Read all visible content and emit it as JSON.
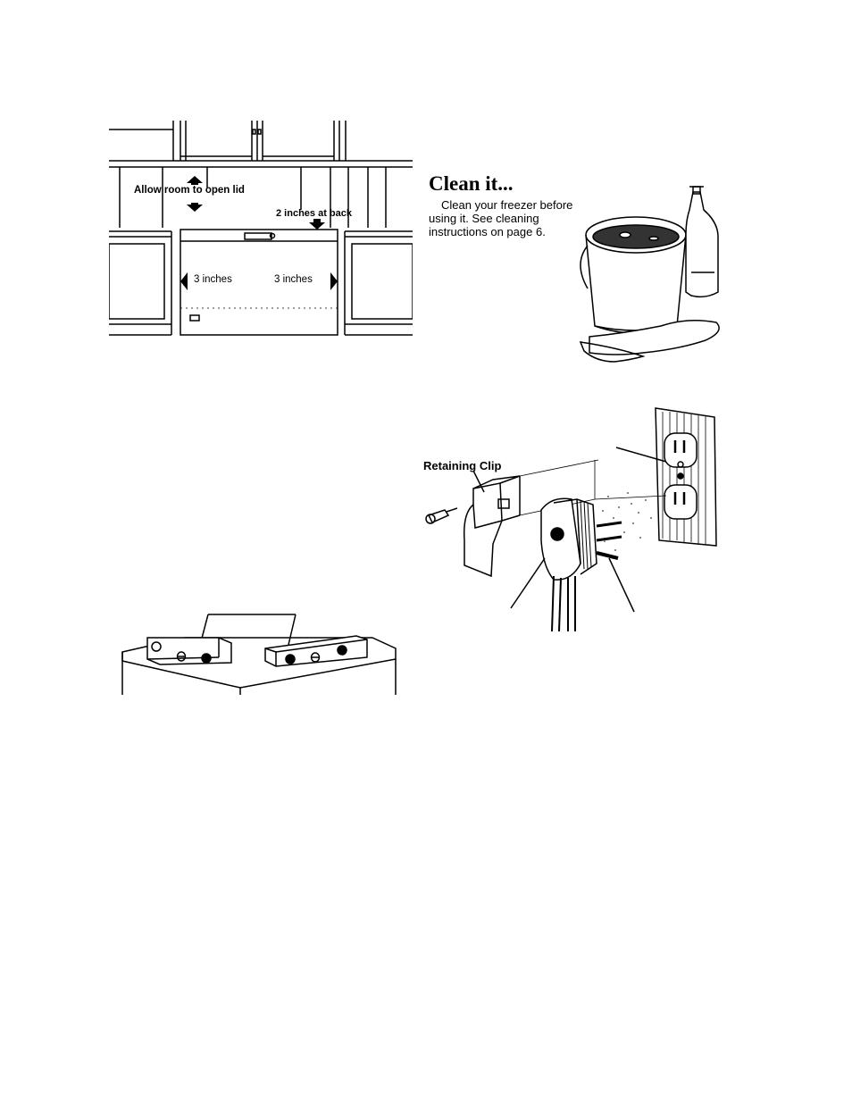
{
  "figure_clearance": {
    "label_lid": "Allow room to open lid",
    "label_back": "2 inches at back",
    "label_left": "3 inches",
    "label_right": "3 inches"
  },
  "clean_section": {
    "heading": "Clean it...",
    "body_line1": "Clean your freezer before",
    "body_line2": "using it. See cleaning",
    "body_line3": "instructions on page 6."
  },
  "figure_outlet": {
    "retaining_clip_label": "Retaining Clip"
  },
  "figure_level": {}
}
